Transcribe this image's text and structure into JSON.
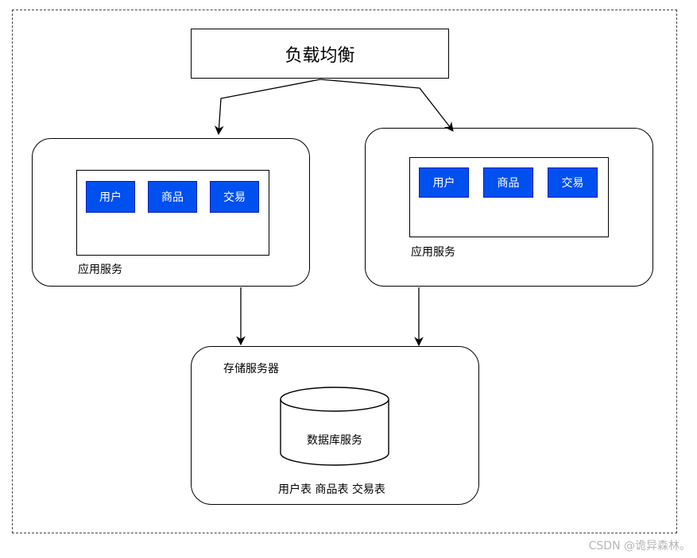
{
  "load_balancer": {
    "label": "负载均衡"
  },
  "app_server_left": {
    "label": "应用服务",
    "modules": [
      "用户",
      "商品",
      "交易"
    ]
  },
  "app_server_right": {
    "label": "应用服务",
    "modules": [
      "用户",
      "商品",
      "交易"
    ]
  },
  "storage_server": {
    "label": "存储服务器",
    "database_label": "数据库服务",
    "tables_label": "用户表 商品表 交易表"
  },
  "watermark": "CSDN @诡异森林。",
  "colors": {
    "module_fill": "#0050ef",
    "module_text": "#ffffff",
    "stroke": "#000000"
  }
}
